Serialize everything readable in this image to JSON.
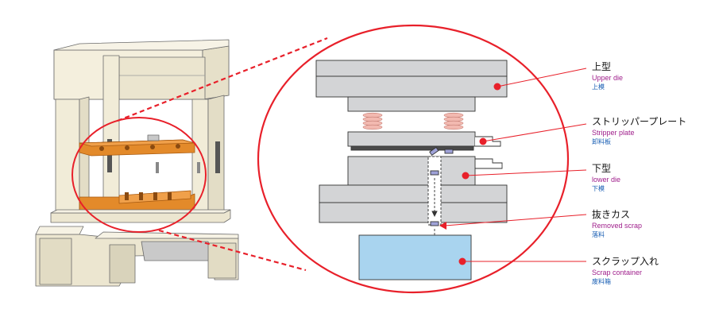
{
  "labels": [
    {
      "ja": "上型",
      "en": "Upper die",
      "zh": "上模"
    },
    {
      "ja": "ストリッパープレート",
      "en": "Stripper plate",
      "zh": "卸料板"
    },
    {
      "ja": "下型",
      "en": "lower die",
      "zh": "下模"
    },
    {
      "ja": "抜きカス",
      "en": "Removed scrap",
      "zh": "落料"
    },
    {
      "ja": "スクラップ入れ",
      "en": "Scrap container",
      "zh": "废料箱"
    }
  ],
  "colors": {
    "accent_red": "#e8202a",
    "machine_body": "#f1ecd8",
    "machine_outline": "#6b6b6b",
    "die_gray": "#d3d4d6",
    "slide_orange": "#e38a2a",
    "container_blue": "#a9d4ef",
    "spring_pink": "#f2b9b0"
  }
}
